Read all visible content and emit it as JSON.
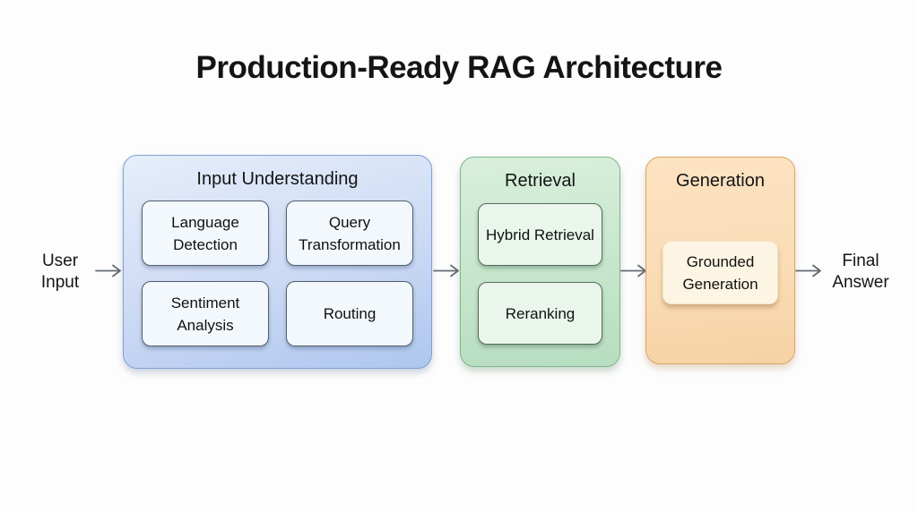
{
  "title": "Production-Ready RAG Architecture",
  "endpoints": {
    "input": "User\nInput",
    "output": "Final\nAnswer"
  },
  "colors": {
    "stage_input_fill": "#c3d5f1",
    "stage_input_border": "#7e9fd4",
    "stage_retrieval_fill": "#c8e6cf",
    "stage_retrieval_border": "#7fb58b",
    "stage_generation_fill": "#fadcb5",
    "stage_generation_border": "#dda466",
    "arrow": "#646b73",
    "background": "#fdfdfd"
  },
  "stages": [
    {
      "title": "Input Understanding",
      "children": [
        "Language Detection",
        "Query Transformation",
        "Sentiment Analysis",
        "Routing"
      ]
    },
    {
      "title": "Retrieval",
      "children": [
        "Hybrid Retrieval",
        "Reranking"
      ]
    },
    {
      "title": "Generation",
      "children": [
        "Grounded Generation"
      ]
    }
  ]
}
